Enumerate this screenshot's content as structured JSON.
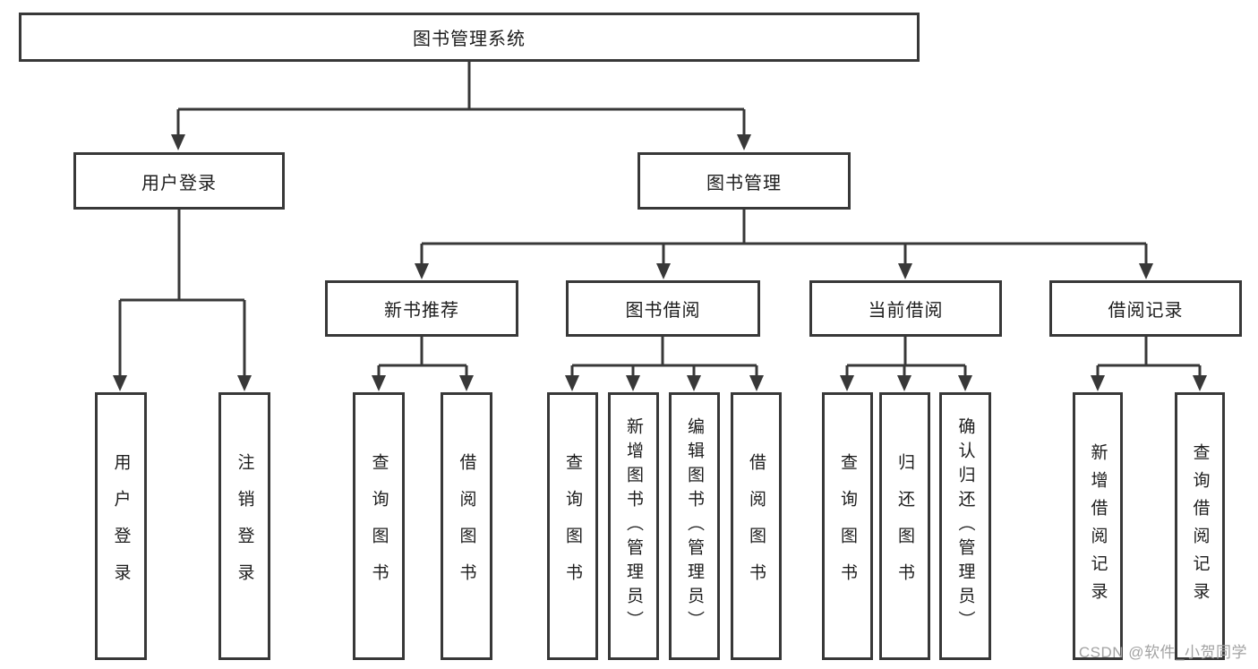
{
  "diagram": {
    "root": "图书管理系统",
    "level2": {
      "user_login": "用户登录",
      "book_management": "图书管理"
    },
    "level3": {
      "new_books": "新书推荐",
      "book_borrow": "图书借阅",
      "current_borrow": "当前借阅",
      "borrow_records": "借阅记录"
    },
    "leaves": {
      "user_login": "用户登录",
      "logout": "注销登录",
      "nb_query": "查询图书",
      "nb_borrow": "借阅图书",
      "bb_query": "查询图书",
      "bb_add": "新增图书（管理员）",
      "bb_edit": "编辑图书（管理员）",
      "bb_borrow": "借阅图书",
      "cb_query": "查询图书",
      "cb_return": "归还图书",
      "cb_confirm": "确认归还（管理员）",
      "br_add": "新增借阅记录",
      "br_query": "查询借阅记录"
    },
    "watermark": "CSDN @软件_小贺同学"
  },
  "colors": {
    "line": "#383838",
    "text": "#1d1d1d",
    "watermark": "#a3a3a3",
    "background": "#ffffff"
  }
}
